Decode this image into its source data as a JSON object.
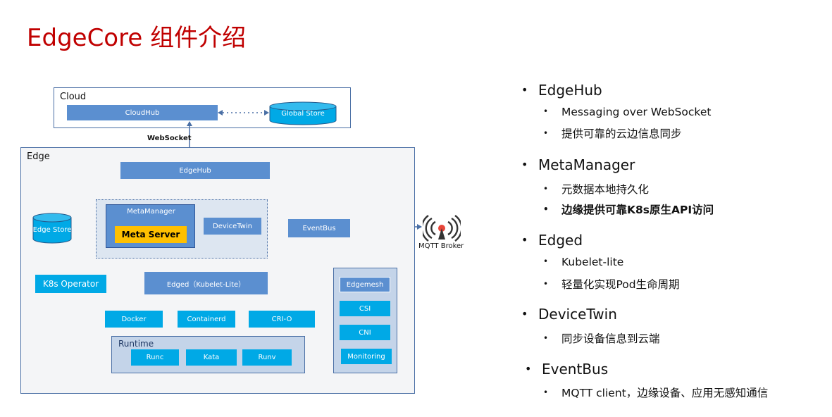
{
  "page": {
    "title": "EdgeCore 组件介绍"
  },
  "diagram": {
    "cloud": {
      "label": "Cloud",
      "cloudhub": "CloudHub",
      "global_store": "Global Store"
    },
    "websocket": "WebSocket",
    "edge": {
      "label": "Edge",
      "edgehub": "EdgeHub",
      "metamanager": "MetaManager",
      "meta_server": "Meta Server",
      "devicetwin": "DeviceTwin",
      "eventbus": "EventBus",
      "edge_store": "Edge Store",
      "mqtt_broker": "MQTT Broker",
      "k8s_operator": "K8s Operator",
      "edged": "Edged（Kubelet-Lite）",
      "docker": "Docker",
      "containerd": "Containerd",
      "crio": "CRI-O",
      "runtime": {
        "label": "Runtime",
        "runc": "Runc",
        "kata": "Kata",
        "runv": "Runv"
      },
      "edgemesh_group": {
        "edgemesh": "Edgemesh",
        "csi": "CSI",
        "cni": "CNI",
        "monitoring": "Monitoring"
      }
    },
    "colors": {
      "component": "#5b8fd0",
      "highlight": "#00a9e6",
      "meta_server": "#ffc000",
      "title": "#c00000"
    }
  },
  "bullets": [
    {
      "title": "EdgeHub",
      "items": [
        "Messaging over WebSocket",
        "提供可靠的云边信息同步"
      ]
    },
    {
      "title": "MetaManager",
      "items": [
        "元数据本地持久化",
        "边缘提供可靠K8s原生API访问"
      ]
    },
    {
      "title": "Edged",
      "items": [
        "Kubelet-lite",
        "轻量化实现Pod生命周期"
      ]
    },
    {
      "title": "DeviceTwin",
      "items": [
        "同步设备信息到云端"
      ]
    },
    {
      "title": "EventBus",
      "items": [
        "MQTT client，边缘设备、应用无感知通信"
      ]
    }
  ]
}
